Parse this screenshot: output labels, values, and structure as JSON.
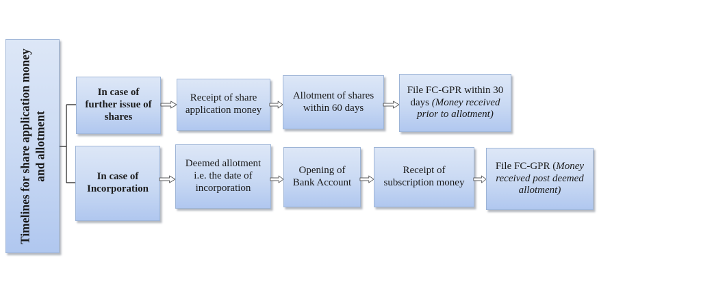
{
  "title": {
    "text": "Timelines for share application money and allotment"
  },
  "rows": [
    {
      "category": "In case of further issue of shares",
      "steps": [
        {
          "text": "Receipt of share application money"
        },
        {
          "text": "Allotment of shares within 60 days"
        },
        {
          "text": "File FC-GPR within 30 days ",
          "italic": "(Money received prior to allotment)"
        }
      ]
    },
    {
      "category": "In case of Incorporation",
      "steps": [
        {
          "text": "Deemed allotment i.e.  the date of incorporation"
        },
        {
          "text": "Opening of Bank Account"
        },
        {
          "text": "Receipt of subscription money"
        },
        {
          "text": "File FC-GPR (",
          "italic": "Money received post deemed allotment)"
        }
      ]
    }
  ],
  "icons": {
    "flow_arrow": "⇒"
  },
  "colors": {
    "box_top": "#dde7f7",
    "box_mid": "#c9d9f3",
    "box_bottom": "#b0c7ef",
    "box_border": "#9db4d6",
    "text": "#1a1a1a",
    "connector": "#1f1f1f",
    "arrow_stroke": "#58595b"
  }
}
